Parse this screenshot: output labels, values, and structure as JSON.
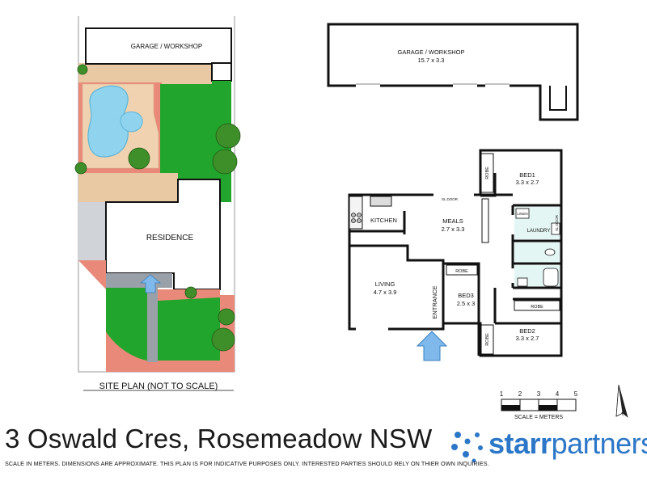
{
  "site_plan": {
    "title": "SITE PLAN (NOT TO SCALE)",
    "garage_label": "GARAGE / WORKSHOP",
    "residence_label": "RESIDENCE"
  },
  "floor_plan": {
    "garage": {
      "name": "GARAGE / WORKSHOP",
      "size": "15.7 x 3.3"
    },
    "kitchen": {
      "name": "KITCHEN"
    },
    "meals": {
      "name": "MEALS",
      "size": "2.7 x 3.3"
    },
    "living": {
      "name": "LIVING",
      "size": "4.7 x 3.9"
    },
    "entrance": {
      "name": "ENTRANCE"
    },
    "bed1": {
      "name": "BED1",
      "size": "3.3 x 2.7"
    },
    "bed2": {
      "name": "BED2",
      "size": "3.3 x 2.7"
    },
    "bed3": {
      "name": "BED3",
      "size": "2.5 x 3"
    },
    "laundry": {
      "name": "LAUNDRY"
    },
    "linen": "LINEN",
    "robe": "ROBE",
    "sl_door": "SL DOOR"
  },
  "scale_bar": {
    "ticks": [
      "1",
      "2",
      "3",
      "4",
      "5"
    ],
    "caption": "SCALE = METERS"
  },
  "north_label": "N",
  "address": "3 Oswald Cres, Rosemeadow NSW",
  "disclaimer": "SCALE IN METERS. DIMENSIONS ARE APPROXIMATE. THIS PLAN IS FOR INDICATIVE PURPOSES ONLY. INTERESTED PARTIES SHOULD RELY ON THIER OWN INQUIRIES.",
  "brand": {
    "part1": "starr",
    "part2": "partners"
  },
  "colors": {
    "grass": "#22a52c",
    "paving": "#e8c9a4",
    "path_red": "#e9897a",
    "pool": "#8fd3ee",
    "driveway": "#d0d3d8",
    "entry_arrow": "#7fb8ea",
    "brand": "#2c77c7"
  }
}
